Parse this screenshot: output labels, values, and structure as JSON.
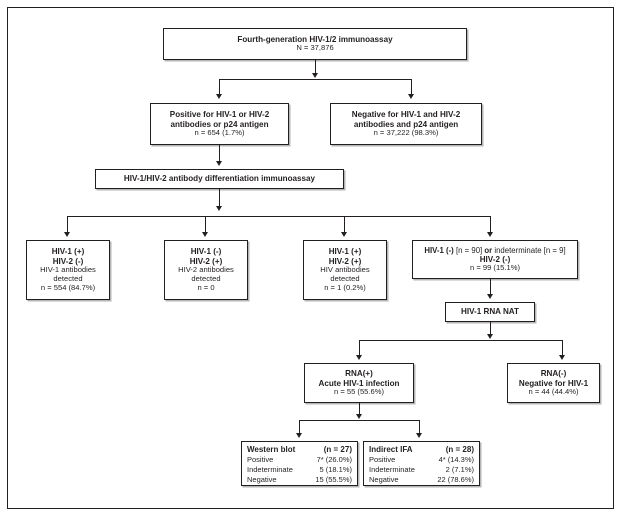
{
  "diagram": {
    "title": "HIV testing algorithm flowchart",
    "nodes": {
      "immunoassay": {
        "line1": "Fourth-generation HIV-1/2 immunoassay",
        "line2": "N = 37,876"
      },
      "positive": {
        "line1": "Positive for HIV-1 or HIV-2",
        "line2": "antibodies or p24 antigen",
        "line3": "n = 654 (1.7%)"
      },
      "negative": {
        "line1": "Negative for HIV-1 and HIV-2",
        "line2": "antibodies and p24 antigen",
        "line3": "n = 37,222 (98.3%)"
      },
      "differentiation": {
        "line1": "HIV-1/HIV-2 antibody differentiation immunoassay"
      },
      "hiv1pos_hiv2neg": {
        "line1": "HIV-1 (+)",
        "line2": "HIV-2 (-)",
        "line3": "HIV-1 antibodies",
        "line4": "detected",
        "line5": "n = 554 (84.7%)"
      },
      "hiv1neg_hiv2pos": {
        "line1": "HIV-1 (-)",
        "line2": "HIV-2 (+)",
        "line3": "HIV-2 antibodies",
        "line4": "detected",
        "line5": "n = 0"
      },
      "hiv1pos_hiv2pos": {
        "line1": "HIV-1 (+)",
        "line2": "HIV-2 (+)",
        "line3": "HIV antibodies",
        "line4": "detected",
        "line5": "n = 1 (0.2%)"
      },
      "hiv1neg_indeterminate": {
        "line1_a": "HIV-1 (-)",
        "line1_b": "[n = 90]",
        "line1_c": "or",
        "line1_d": "indeterminate [n = 9]",
        "line2": "HIV-2 (-)",
        "line3": "n = 99 (15.1%)"
      },
      "rna_nat": {
        "line1": "HIV-1 RNA NAT"
      },
      "rna_pos": {
        "line1": "RNA(+)",
        "line2": "Acute HIV-1 infection",
        "line3": "n = 55 (55.6%)"
      },
      "rna_neg": {
        "line1": "RNA(-)",
        "line2": "Negative for HIV-1",
        "line3": "n = 44 (44.4%)"
      },
      "western_blot": {
        "header_label": "Western blot",
        "header_n": "(n = 27)",
        "rows": [
          {
            "label": "Positive",
            "value": "7* (26.0%)"
          },
          {
            "label": "Indeterminate",
            "value": "5 (18.1%)"
          },
          {
            "label": "Negative",
            "value": "15 (55.5%)"
          }
        ]
      },
      "indirect_ifa": {
        "header_label": "Indirect IFA",
        "header_n": "(n = 28)",
        "rows": [
          {
            "label": "Positive",
            "value": "4* (14.3%)"
          },
          {
            "label": "Indeterminate",
            "value": "2 (7.1%)"
          },
          {
            "label": "Negative",
            "value": "22 (78.6%)"
          }
        ]
      }
    },
    "colors": {
      "ink": "#231f20",
      "background": "#ffffff",
      "shadow": "#787878"
    }
  }
}
